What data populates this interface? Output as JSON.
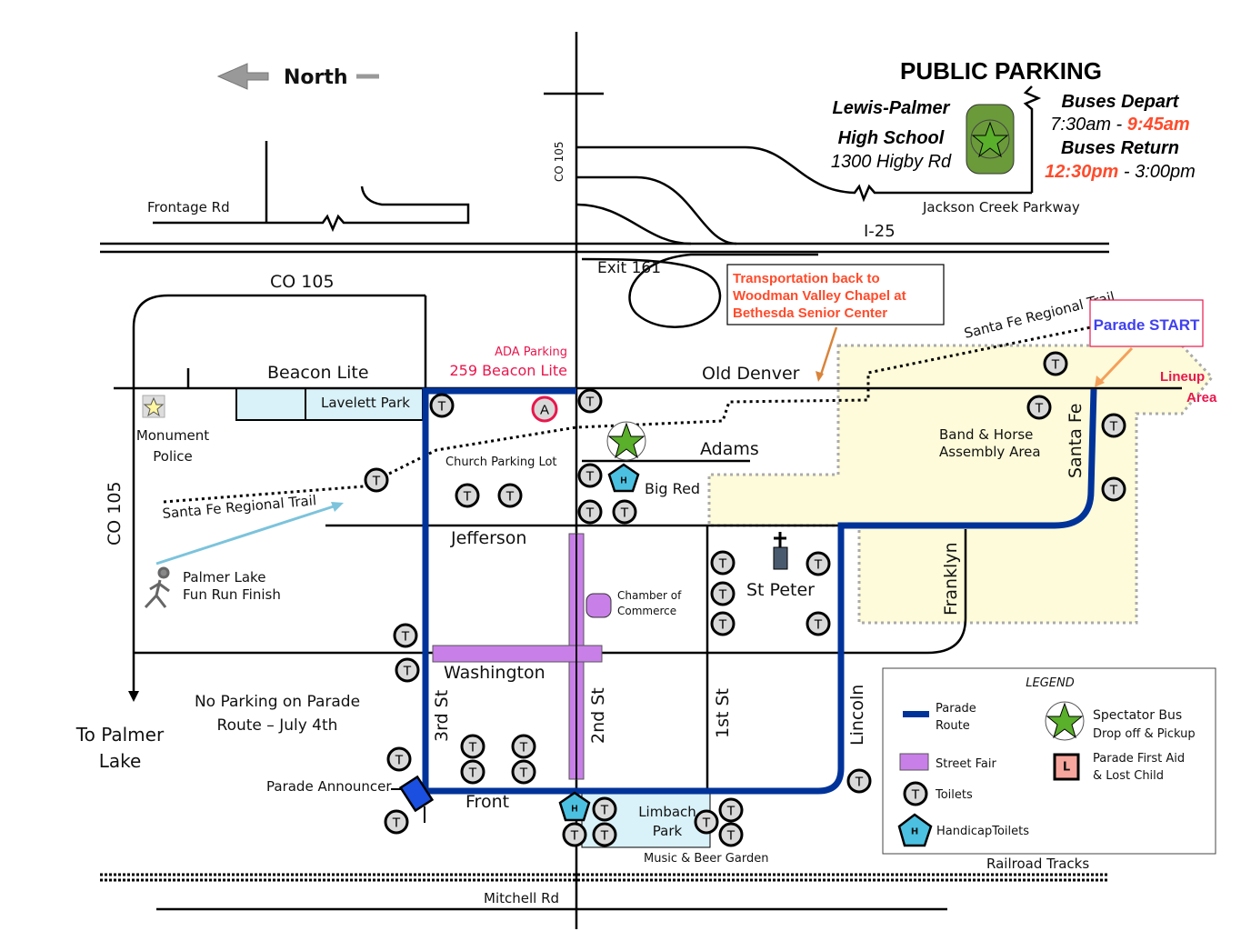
{
  "header": {
    "north_label": "North",
    "title": "PUBLIC PARKING",
    "school_line1": "Lewis-Palmer",
    "school_line2": "High School",
    "school_address": "1300 Higby Rd",
    "buses_depart_label": "Buses Depart",
    "depart_start": "7:30am",
    "depart_sep": " - ",
    "depart_end": "9:45am",
    "buses_return_label": "Buses Return",
    "return_start": "12:30pm",
    "return_sep": " - ",
    "return_end": "3:00pm"
  },
  "roads": {
    "frontage": "Frontage Rd",
    "co105_top": "CO 105",
    "jackson_creek": "Jackson Creek Parkway",
    "i25": "I-25",
    "exit161": "Exit 161",
    "co105_horizontal": "CO 105",
    "co105_left": "CO 105",
    "beacon_lite": "Beacon Lite",
    "old_denver": "Old Denver",
    "adams": "Adams",
    "jefferson": "Jefferson",
    "washington": "Washington",
    "front": "Front",
    "mitchell": "Mitchell Rd",
    "third": "3rd St",
    "second": "2nd St",
    "first": "1st St",
    "lincoln": "Lincoln",
    "franklyn": "Franklyn",
    "santa_fe": "Santa Fe",
    "railroad": "Railroad Tracks",
    "trail_left": "Santa Fe Regional Trail",
    "trail_right": "Santa Fe Regional Trail"
  },
  "places": {
    "lavelett_park": "Lavelett Park",
    "police_line1": "Monument",
    "police_line2": "Police",
    "ada_line1": "ADA Parking",
    "ada_line2": "259 Beacon Lite",
    "ada_marker": "A",
    "church_lot": "Church Parking Lot",
    "big_red": "Big Red",
    "chamber_line1": "Chamber of",
    "chamber_line2": "Commerce",
    "st_peter": "St Peter",
    "assembly_line1": "Band & Horse",
    "assembly_line2": "Assembly Area",
    "limbach_line1": "Limbach",
    "limbach_line2": "Park",
    "beer_garden": "Music & Beer Garden",
    "funrun_line1": "Palmer Lake",
    "funrun_line2": "Fun Run Finish",
    "no_parking_line1": "No Parking on Parade",
    "no_parking_line2": "Route – July 4th",
    "palmer_line1": "To Palmer",
    "palmer_line2": "Lake",
    "announcer": "Parade Announcer",
    "transport_line1": "Transportation back to",
    "transport_line2": "Woodman Valley Chapel at",
    "transport_line3": "Bethesda Senior Center",
    "parade_start": "Parade START",
    "lineup_line1": "Lineup",
    "lineup_line2": "Area",
    "toilet_letter": "T",
    "handicap_letter": "H"
  },
  "legend": {
    "title": "LEGEND",
    "route_line1": "Parade",
    "route_line2": "Route",
    "street_fair": "Street Fair",
    "toilets": "Toilets",
    "handicap": "HandicapToilets",
    "bus_line1": "Spectator Bus",
    "bus_line2": "Drop off & Pickup",
    "first_aid_line1": "Parade First Aid",
    "first_aid_line2": "& Lost Child",
    "first_aid_marker": "L"
  },
  "colors": {
    "route": "#003399",
    "street_fair": "#c97fe8",
    "assembly": "#fdfbd9",
    "park": "#d9f1f8",
    "star": "#5aaf2b",
    "school_green": "#6a9a3a",
    "accent_red": "#ff4b2b",
    "pink": "#e8174d"
  }
}
